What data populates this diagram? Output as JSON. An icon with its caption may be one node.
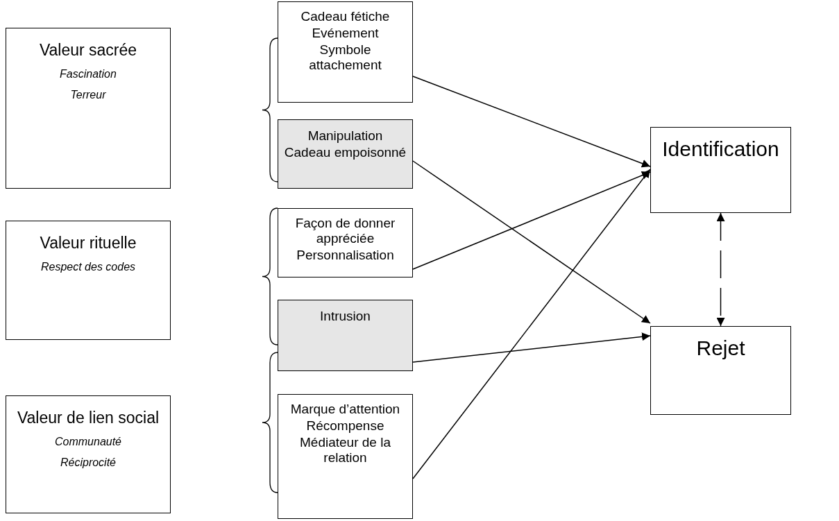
{
  "diagram": {
    "nodes": [
      {
        "text": [
          "Valeur sacrée",
          "Fascination",
          "Terreur"
        ]
      },
      {
        "text": [
          "Cadeau fétiche",
          "Evénement",
          "Symbole attachement"
        ]
      },
      {
        "text": [
          "Manipulation",
          "Cadeau empoisonné"
        ]
      },
      {
        "text": [
          "Identification"
        ]
      },
      {
        "text": [
          "Valeur rituelle",
          "Respect des codes"
        ]
      },
      {
        "text": [
          "Façon de donner appréciée",
          "Personnalisation"
        ]
      },
      {
        "text": [
          "Intrusion"
        ]
      },
      {
        "text": [
          "Rejet"
        ]
      },
      {
        "text": [
          "Valeur de lien social",
          "Communauté",
          "Réciprocité"
        ]
      },
      {
        "text": [
          "Marque d’attention",
          "Récompense",
          "Médiateur de la relation"
        ]
      }
    ],
    "edges": [
      {
        "from": 1,
        "to": 3,
        "arrow": "to"
      },
      {
        "from": 2,
        "to": 7,
        "arrow": "to"
      },
      {
        "from": 5,
        "to": 3,
        "arrow": "to"
      },
      {
        "from": 6,
        "to": 7,
        "arrow": "to"
      },
      {
        "from": 9,
        "to": 3,
        "arrow": "to"
      },
      {
        "from": 3,
        "to": 7,
        "arrow": "both",
        "style": "dashed"
      }
    ]
  }
}
